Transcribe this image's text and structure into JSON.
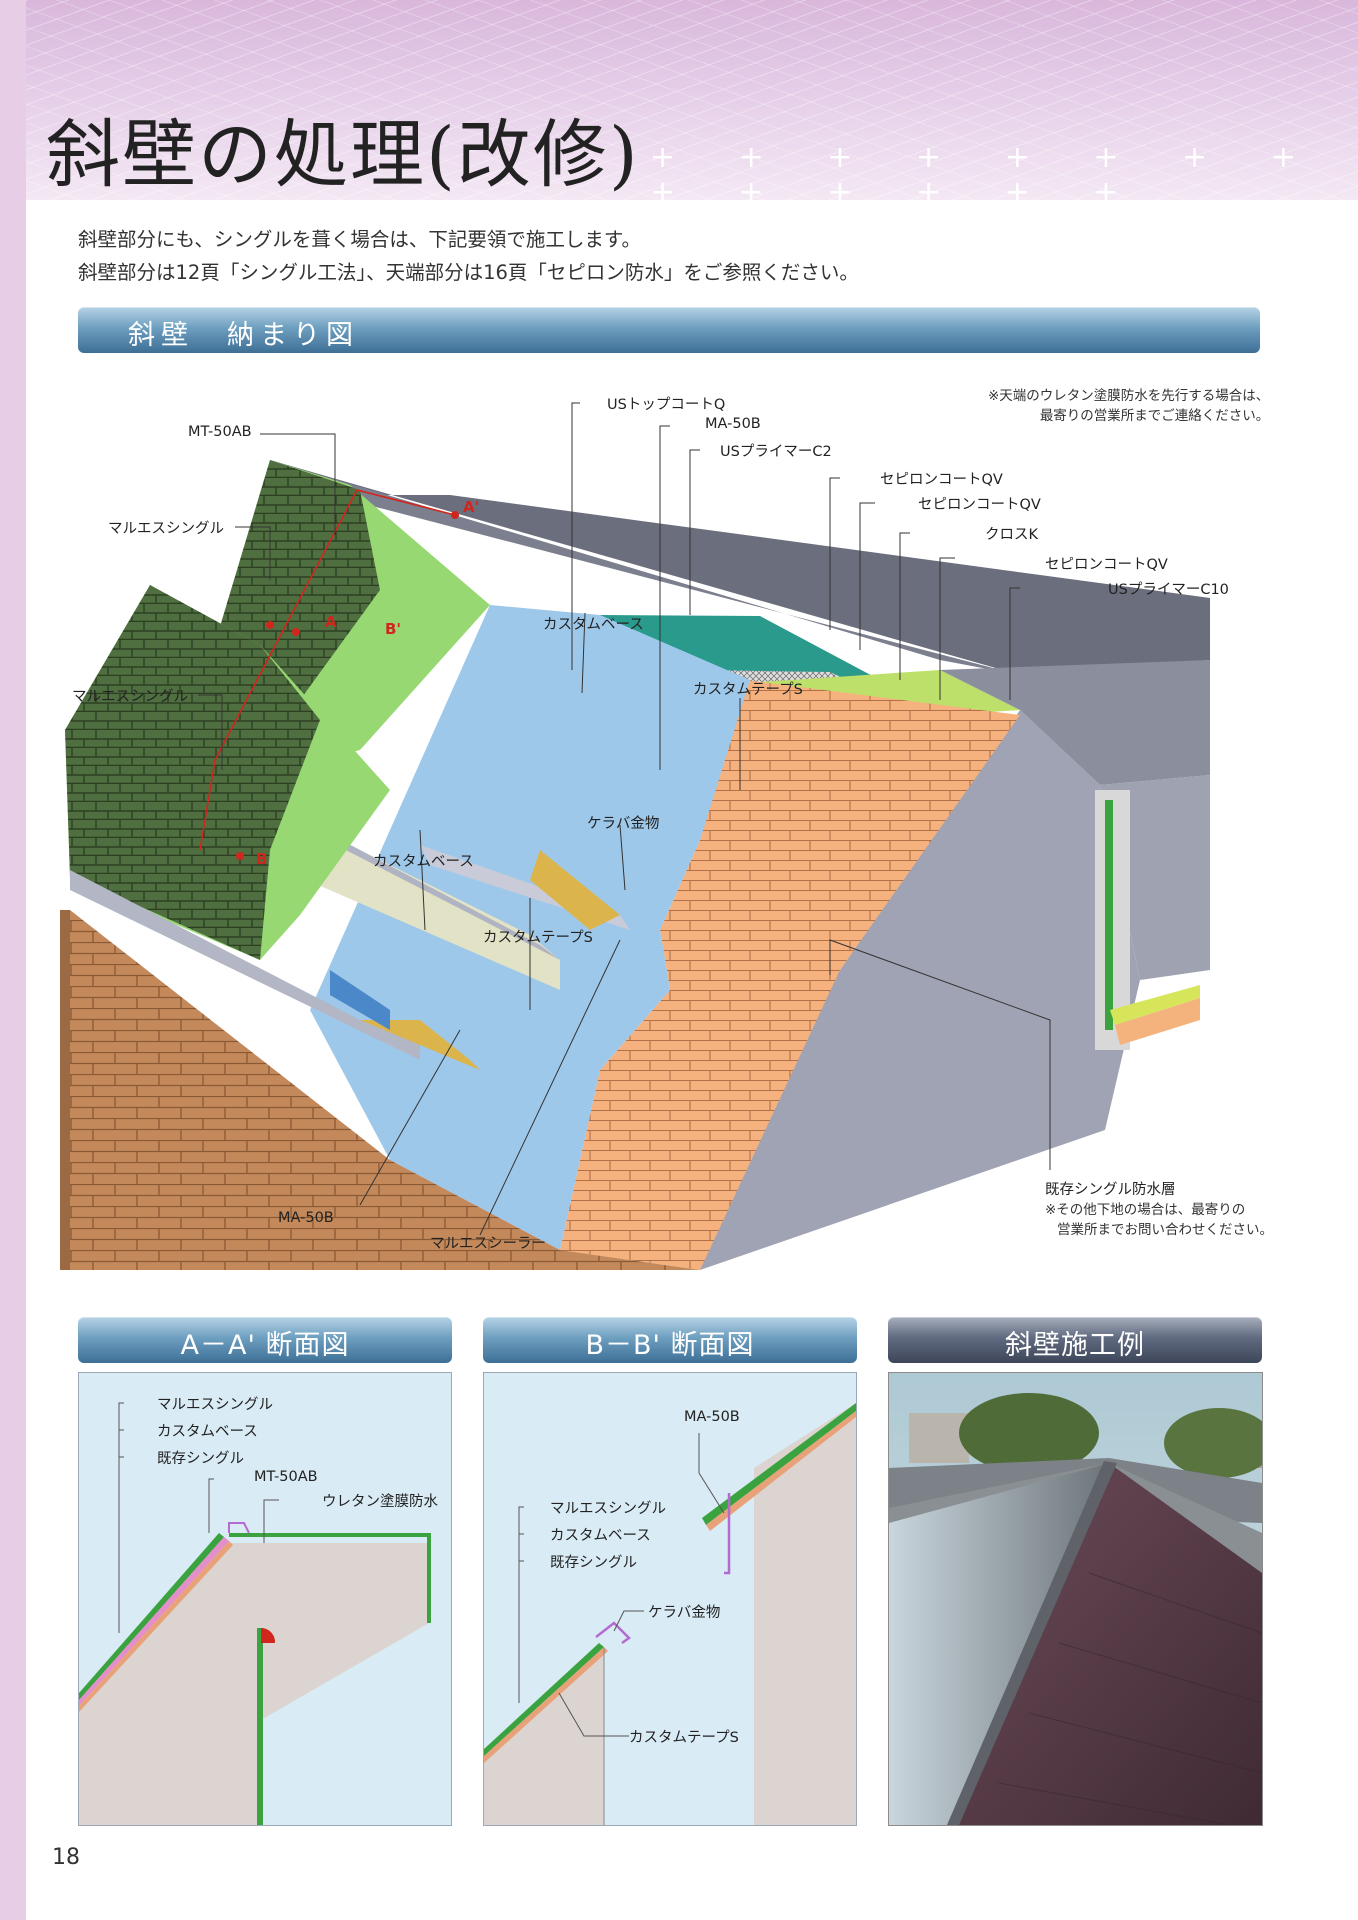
{
  "title": "斜壁の処理(改修)",
  "header_decoration": "+ + + + + + + + + + + + + +",
  "intro": {
    "line1": "斜壁部分にも、シングルを葺く場合は、下記要領で施工します。",
    "line2": "斜壁部分は12頁「シングル工法」、天端部分は16頁「セピロン防水」をご参照ください。"
  },
  "main_section": {
    "title": "斜壁　納まり図",
    "note_top": [
      "※天端のウレタン塗膜防水を先行する場合は、",
      "最寄りの営業所までご連絡ください。"
    ],
    "note_bottom": [
      "※その他下地の場合は、最寄りの",
      "営業所までお問い合わせください。"
    ],
    "callouts": {
      "us_topcoat_q": "USトップコートQ",
      "ma_50b_top": "MA-50B",
      "us_primer_c2": "USプライマーC2",
      "sepiron_qv_1": "セピロンコートQV",
      "sepiron_qv_2": "セピロンコートQV",
      "cross_k": "クロスK",
      "sepiron_qv_3": "セピロンコートQV",
      "us_primer_c10": "USプライマーC10",
      "mt_50ab": "MT-50AB",
      "marues_shingle_1": "マルエスシングル",
      "marues_shingle_2": "マルエスシングル",
      "custom_base_1": "カスタムベース",
      "custom_base_2": "カスタムベース",
      "custom_tape_1": "カスタムテープS",
      "custom_tape_2": "カスタムテープS",
      "kerabba": "ケラバ金物",
      "existing_layer": "既存シングル防水層",
      "ma_50b_bottom": "MA-50B",
      "marues_sealer": "マルエスシーラー"
    },
    "markers": {
      "a_prime": "A'",
      "a": "A",
      "b_prime": "B'",
      "b": "B"
    }
  },
  "sections": {
    "aa": {
      "title": "A－A' 断面図",
      "labels": {
        "shingle": "マルエスシングル",
        "base": "カスタムベース",
        "existing": "既存シングル",
        "mt": "MT-50AB",
        "urethane": "ウレタン塗膜防水"
      }
    },
    "bb": {
      "title": "B－B' 断面図",
      "labels": {
        "ma": "MA-50B",
        "shingle": "マルエスシングル",
        "base": "カスタムベース",
        "existing": "既存シングル",
        "kerabba": "ケラバ金物",
        "tape": "カスタムテープS"
      }
    },
    "photo": {
      "title": "斜壁施工例"
    }
  },
  "page_number": "18",
  "colors": {
    "section_bar": "#3d6f96",
    "header_bg": "#d9b7dc",
    "shingle": "#4a6b3c",
    "custom_base": "#98d873",
    "custom_tape": "#9ec8ea",
    "brick": "#c9905f",
    "marker": "#d0261e"
  }
}
